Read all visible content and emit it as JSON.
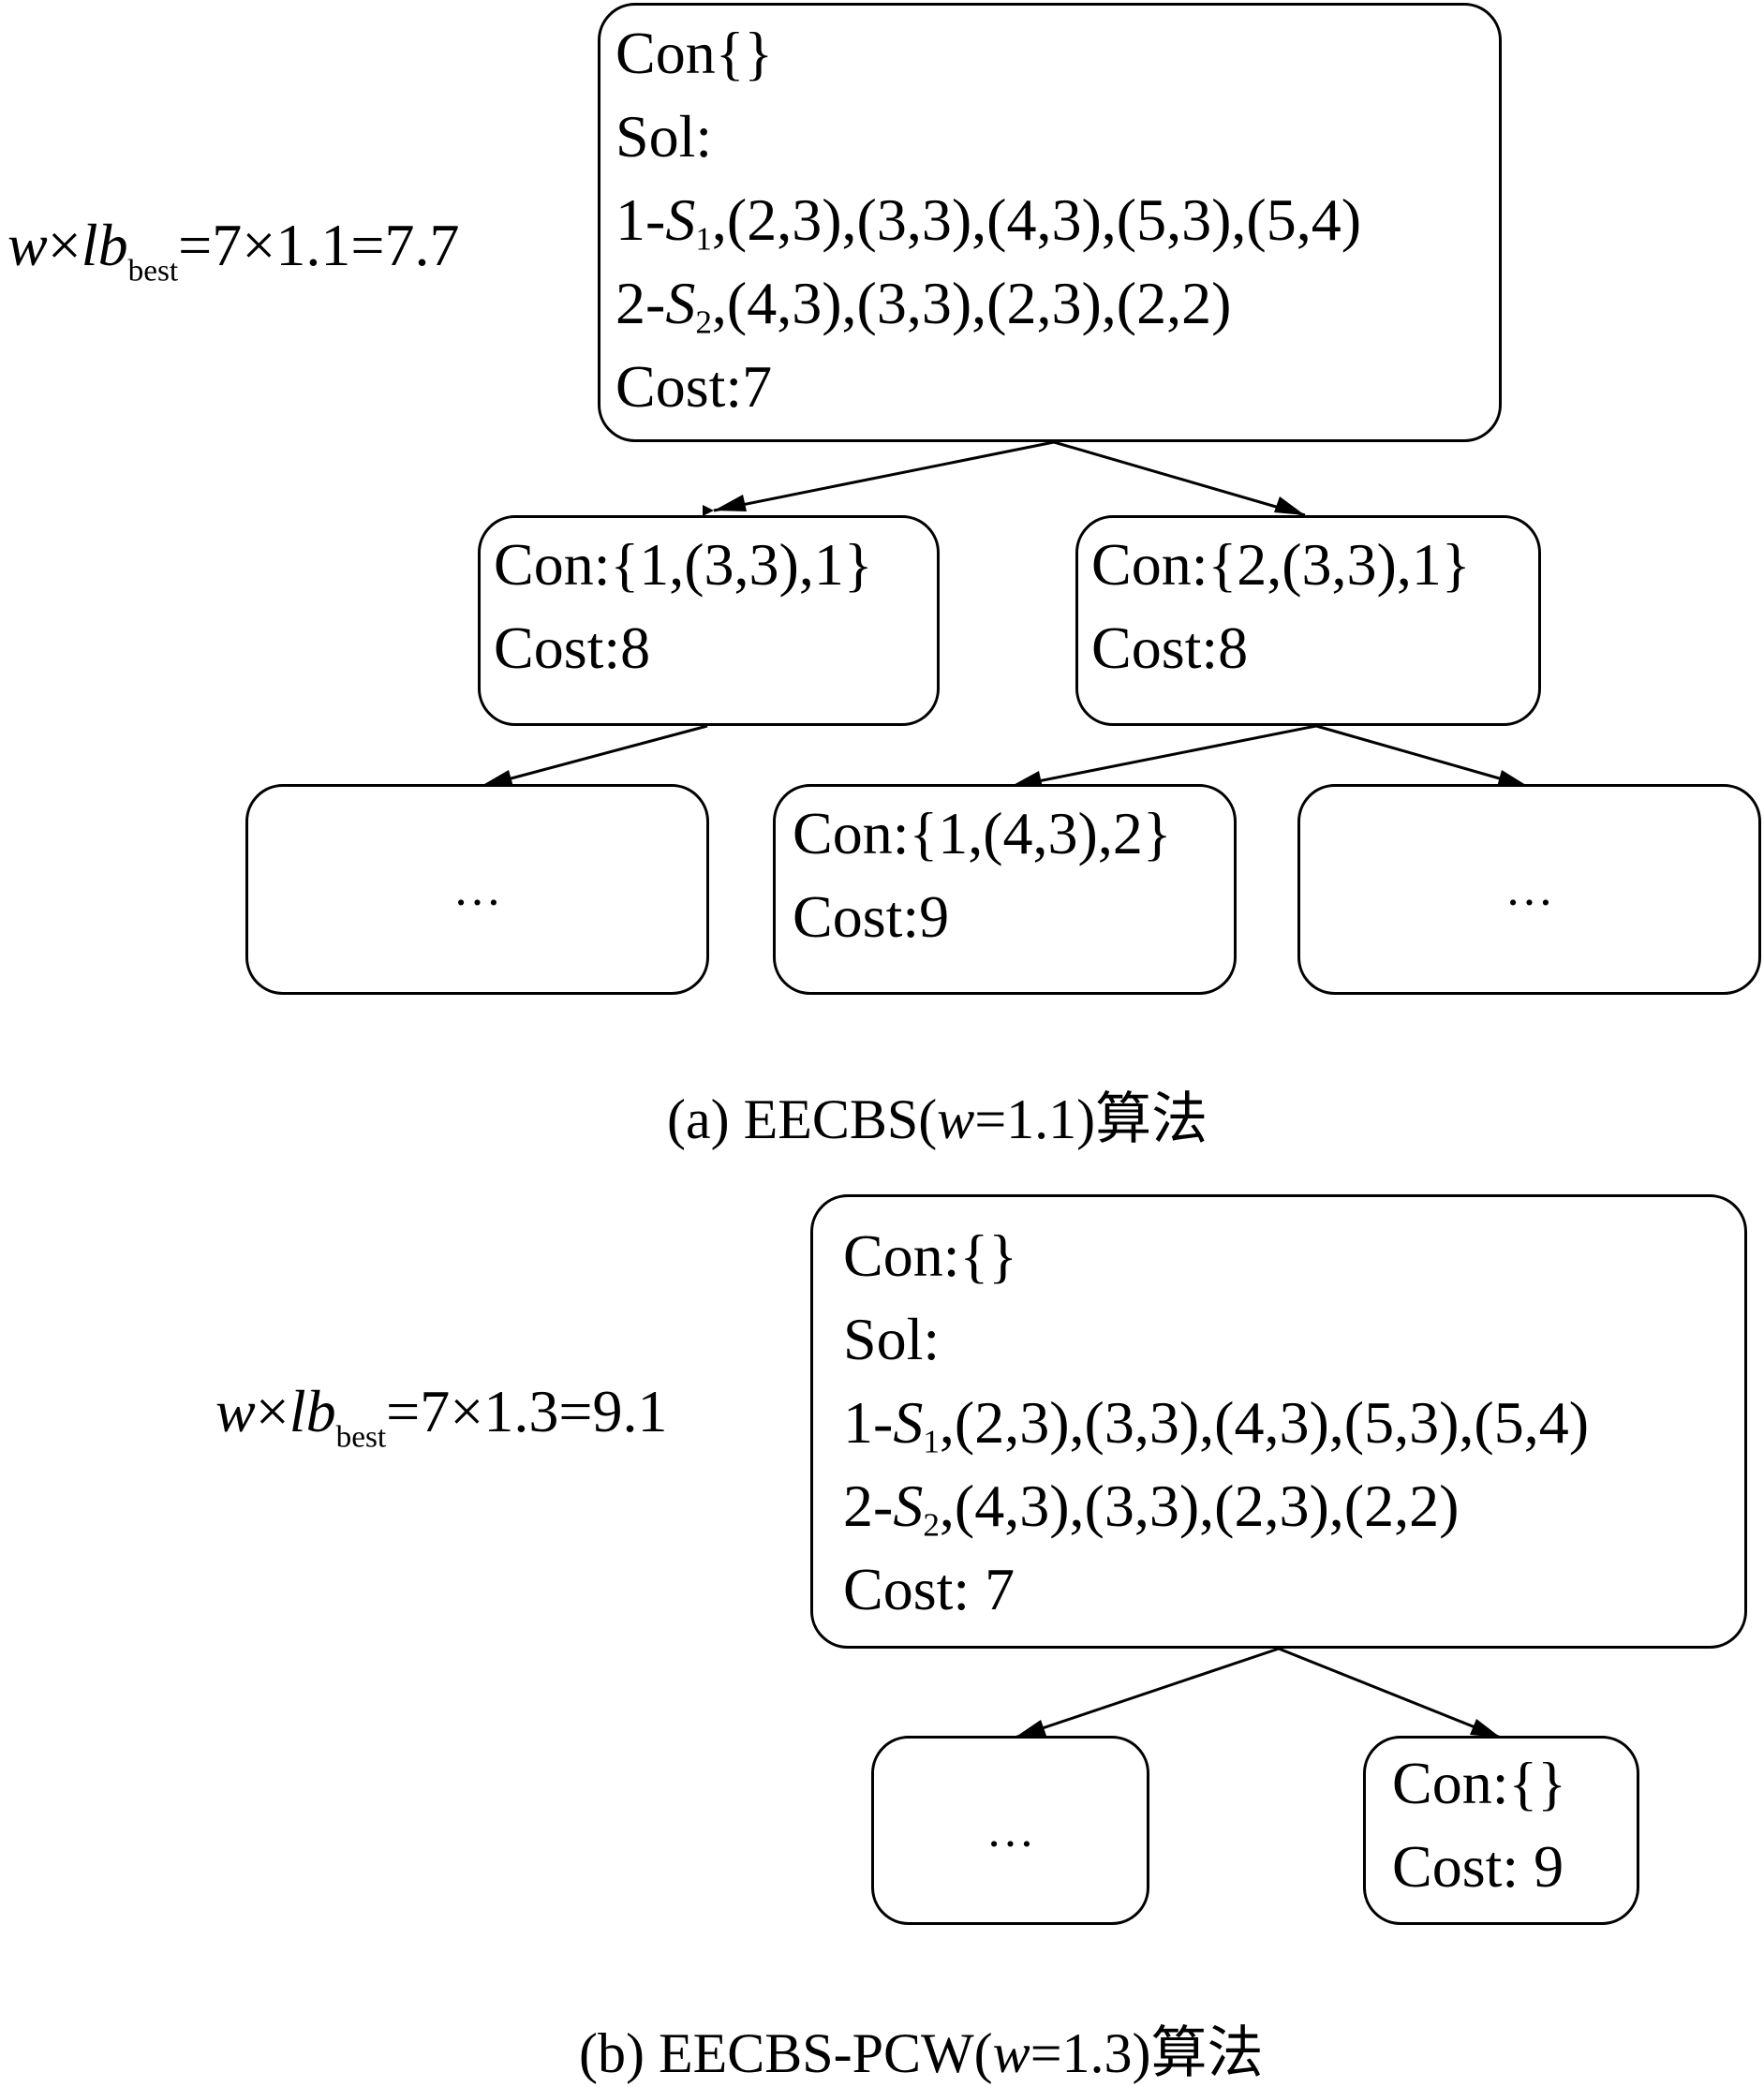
{
  "panel_a": {
    "formula": {
      "w": "w",
      "times": "×",
      "lb": "lb",
      "sub": "best",
      "rest": "=7×1.1=7.7"
    },
    "root": {
      "con": "Con{}",
      "sol": "Sol:",
      "path1": {
        "prefix": "1-",
        "S": "S",
        "sub": "1",
        "rest": ",(2,3),(3,3),(4,3),(5,3),(5,4)"
      },
      "path2": {
        "prefix": "2-",
        "S": "S",
        "sub": "2",
        "rest": ",(4,3),(3,3),(2,3),(2,2)"
      },
      "cost": "Cost:7"
    },
    "left_child": {
      "con": "Con:{1,(3,3),1}",
      "cost": "Cost:8"
    },
    "right_child": {
      "con": "Con:{2,(3,3),1}",
      "cost": "Cost:8"
    },
    "ellipsis_left": "…",
    "mid_child": {
      "con": "Con:{1,(4,3),2}",
      "cost": "Cost:9"
    },
    "ellipsis_right": "…",
    "caption": {
      "prefix": "(a) EECBS(",
      "w": "w",
      "suffix": "=1.1)算法"
    }
  },
  "panel_b": {
    "formula": {
      "w": "w",
      "times": "×",
      "lb": "lb",
      "sub": "best",
      "rest": "=7×1.3=9.1"
    },
    "root": {
      "con": "Con:{}",
      "sol": "Sol:",
      "path1": {
        "prefix": "1-",
        "S": "S",
        "sub": "1",
        "rest": ",(2,3),(3,3),(4,3),(5,3),(5,4)"
      },
      "path2": {
        "prefix": "2-",
        "S": "S",
        "sub": "2",
        "rest": ",(4,3),(3,3),(2,3),(2,2)"
      },
      "cost": "Cost: 7"
    },
    "ellipsis": "…",
    "right_child": {
      "con": "Con:{}",
      "cost": "Cost: 9"
    },
    "caption": {
      "prefix": "(b) EECBS-PCW(",
      "w": "w",
      "suffix": "=1.3)算法"
    }
  }
}
